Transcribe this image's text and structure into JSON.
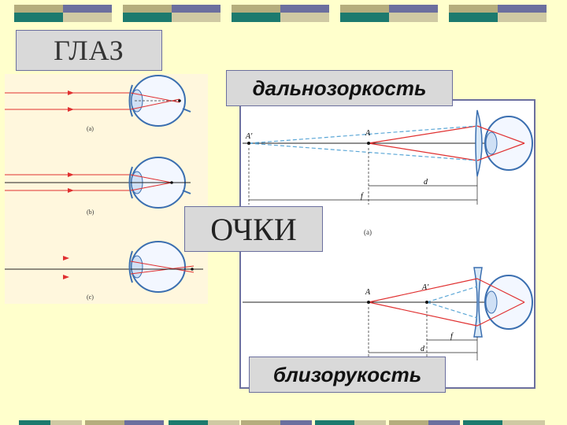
{
  "title": "ГЛАЗ",
  "labels": {
    "hyperopia": "дальнозоркость",
    "myopia": "близорукость",
    "glasses": "ОЧКИ"
  },
  "left_diagram": {
    "cases": [
      "(a)",
      "(b)",
      "(c)"
    ]
  },
  "right_diagram": {
    "top": {
      "points": [
        "A'",
        "A"
      ],
      "dims": [
        "d",
        "f"
      ],
      "caption": "(a)"
    },
    "bottom": {
      "points": [
        "A",
        "A'"
      ],
      "dims": [
        "f",
        "d"
      ]
    }
  },
  "colors": {
    "background": "#ffffcc",
    "frame": "#6b6f9e",
    "label_bg": "#d9d9d9",
    "ray": "#e03030",
    "dashed_ray": "#5aa6d6",
    "eye": "#3b6fb0"
  }
}
